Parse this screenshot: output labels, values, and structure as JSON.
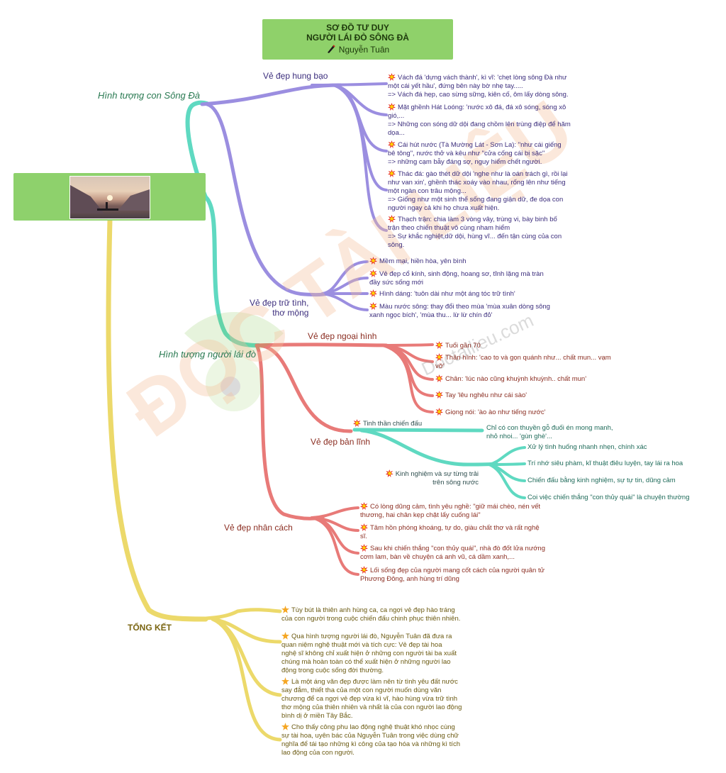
{
  "title": {
    "line1": "SƠ ĐỒ TƯ DUY",
    "line2": "NGƯỜI LÁI ĐÒ SÔNG ĐÀ",
    "author": "Nguyễn Tuân",
    "author_icon": "pen-icon"
  },
  "central_image": "river-boat-sunset-image",
  "colors": {
    "purple": "#9b8ee0",
    "teal": "#5fd9c1",
    "red": "#e87a78",
    "yellow": "#ecd96a",
    "title_bg": "#8fd16a"
  },
  "river": {
    "label": "Hình tượng con Sông Đà",
    "hung_bao": {
      "label": "Vẻ đẹp hung bạo",
      "items": [
        "Vách đá 'dựng vách thành', kì vĩ: 'chẹt lòng sông Đà như một cái yết hầu', đứng bên này bờ nhẹ tay.....\n=> Vách đá hẹp, cao sừng sững, kiên cố, ôm lấy dòng sông.",
        "Mặt ghềnh Hát Loóng: 'nước xô đá, đá xô sóng, sóng xô gió,...\n=> Những con sóng dữ dội đang chồm lên trùng điệp để hăm dọa...",
        "Cái hút nước (Tà Mường Lát - Sơn La): \"như cái giếng bê tông\", nước thở và kêu như \"cửa cống cái bị sặc\"\n=> những cạm bẫy đáng sợ, nguy hiểm chết người.",
        "Thác đá: gào thét dữ dội 'nghe như là oán trách gì, rồi lại như van xin', ghềnh thác xoáy vào nhau, rống lên như tiếng một ngàn con trâu mộng...\n=> Giống như một sinh thể sống đang giận dữ, đe dọa con người ngay cả khi họ chưa xuất hiện.",
        "Thạch trận: chia làm 3 vòng vây, trùng vi, bày binh bố trận theo chiến thuật vô cùng nham hiểm\n=> Sự khắc nghiệt,dữ dội, hùng vĩ... đến tận cùng của con sông."
      ]
    },
    "tru_tinh": {
      "label": "Vẻ đẹp trữ tình,\nthơ mộng",
      "items": [
        "Mềm mại, hiền hòa, yên bình",
        "Vẻ đẹp cổ kính, sinh động, hoang sơ, tĩnh lặng mà tràn đầy sức sống mới",
        "Hình dáng: 'tuôn dài như một áng tóc trữ tình'",
        "Màu nước sông: thay đổi theo mùa 'mùa xuân dòng sông xanh ngọc bích', 'mùa thu... lừ lừ chín đỏ'"
      ]
    }
  },
  "ferryman": {
    "label": "Hình tượng người lái đò",
    "ngoai_hinh": {
      "label": "Vẻ đẹp ngoại hình",
      "items": [
        "Tuổi gần 70",
        "Thân hình: 'cao to và gọn quánh như... chất mun... vạm vỡ'",
        "Chân: 'lúc nào cũng khuỳnh khuỳnh.. chất mun'",
        "Tay 'lêu nghêu như cái sào'",
        "Giọng nói: 'ào ào như tiếng nước'"
      ]
    },
    "ban_linh": {
      "label": "Vẻ đẹp bản lĩnh",
      "tinh_than": "Tinh thần chiến đấu",
      "tinh_than_detail": "Chỉ có con thuyền gỗ đuối én mong manh,\nnhỏ nhoi... 'gùn ghè'...",
      "kinh_nghiem": "Kinh nghiệm và sự từng trải\ntrên sông nước",
      "kinh_nghiem_items": [
        "Xử lý tình huống nhanh nhẹn, chính xác",
        "Trí nhớ siêu phàm, kĩ thuật điêu luyện, tay lái ra hoa",
        "Chiến đấu bằng kinh nghiệm, sự tự tin, dũng cảm",
        "Coi việc chiến thắng \"con thủy quái\" là chuyện thường"
      ]
    },
    "nhan_cach": {
      "label": "Vẻ đẹp nhân cách",
      "items": [
        "Có lòng dũng cảm, tình yêu nghề: \"giữ mái chèo, nén vết thương, hai chân kẹp chặt lấy cuống lái\"",
        "Tâm hồn phóng khoáng, tự do, giàu chất thơ và rất nghệ sĩ.",
        "Sau khi chiến thắng \"con thủy quái\", nhà đò đốt lửa nướng cơm lam, bàn về chuyện cá anh vũ, cá dầm xanh,...",
        "Lối sống đẹp của người mang cốt cách của người quân tử Phương Đông, anh hùng trí dũng"
      ]
    }
  },
  "summary": {
    "label": "TỔNG KẾT",
    "items": [
      "Tùy bút là thiên anh hùng ca, ca ngợi vẻ đẹp hào tráng của con người trong cuộc chiến đấu chinh phục thiên nhiên.",
      "Qua hình tượng người lái đò, Nguyễn Tuân đã đưa ra quan niệm nghệ thuật mới và tích cực: Vẻ đẹp tài hoa nghệ sĩ không chỉ xuất hiện ở những con người tài ba xuất chúng mà hoàn toàn có thể xuất hiện ở những người lao động trong cuộc sống đời thường.",
      "Là một áng văn đẹp được làm nên từ tình yêu đất nước say đắm, thiết tha của một con người muốn dùng văn chương để ca ngợi vẻ đẹp vừa kì vĩ, hào hùng vừa trữ tình thơ mộng của thiên nhiên và nhất là của con người lao động bình dị ở miền Tây Bắc.",
      "Cho thấy công phu lao động nghệ thuật khó nhọc cùng sự tài hoa, uyên bác của Nguyễn Tuân trong việc dùng chữ nghĩa để tái tạo những kì công của tạo hóa và những kì tích lao động của con người."
    ]
  },
  "watermark": {
    "main": "ĐỌC TÀI LIỆU",
    "sub": "Doctailieu.com"
  }
}
